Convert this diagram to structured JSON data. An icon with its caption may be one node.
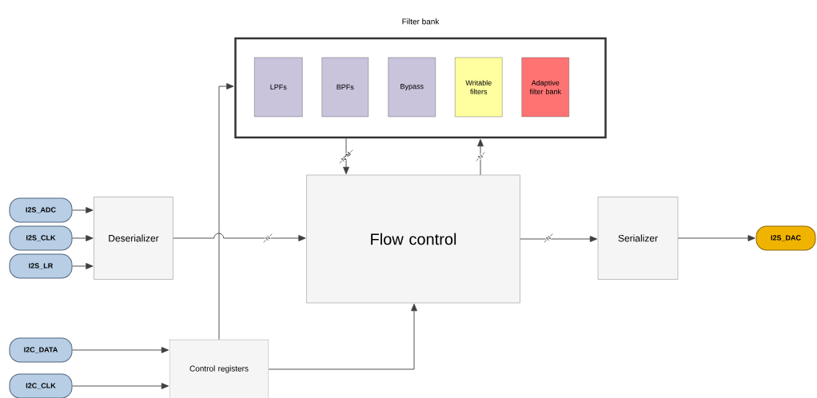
{
  "diagram": {
    "nodes": [
      {
        "text": [
          "Filter bank"
        ]
      },
      {
        "text": [
          "LPFs"
        ],
        "in": 0
      },
      {
        "text": [
          "BPFs"
        ],
        "in": 0
      },
      {
        "text": [
          "Bypass"
        ],
        "in": 0
      },
      {
        "text": [
          "Writable filters"
        ],
        "in": 0
      },
      {
        "text": [
          "Adaptive filter bank"
        ],
        "in": 0
      },
      {
        "text": [
          "I2S_ADC"
        ]
      },
      {
        "text": [
          "I2S_CLK"
        ]
      },
      {
        "text": [
          "I2S_LR"
        ]
      },
      {
        "text": [
          "Deserializer"
        ]
      },
      {
        "text": [
          "Flow control"
        ]
      },
      {
        "text": [
          "Serializer"
        ]
      },
      {
        "text": [
          "I2S_DAC"
        ]
      },
      {
        "text": [
          "I2C_DATA"
        ]
      },
      {
        "text": [
          "I2C_CLK"
        ]
      },
      {
        "text": [
          "Control registers"
        ]
      }
    ],
    "edges": [
      {
        "from": 6,
        "to": 9,
        "arrow": "to"
      },
      {
        "from": 7,
        "to": 9,
        "arrow": "to"
      },
      {
        "from": 8,
        "to": 9,
        "arrow": "to"
      },
      {
        "from": 9,
        "to": 10,
        "arrow": "to",
        "label": "N"
      },
      {
        "from": 0,
        "to": 10,
        "arrow": "to",
        "label": "N*M"
      },
      {
        "from": 10,
        "to": 0,
        "arrow": "to",
        "label": "N"
      },
      {
        "from": 10,
        "to": 11,
        "arrow": "to",
        "label": "N"
      },
      {
        "from": 11,
        "to": 12,
        "arrow": "to"
      },
      {
        "from": 13,
        "to": 15,
        "arrow": "to"
      },
      {
        "from": 14,
        "to": 15,
        "arrow": "to"
      },
      {
        "from": 15,
        "to": 0,
        "arrow": "to"
      },
      {
        "from": 15,
        "to": 10,
        "arrow": "to"
      }
    ]
  }
}
